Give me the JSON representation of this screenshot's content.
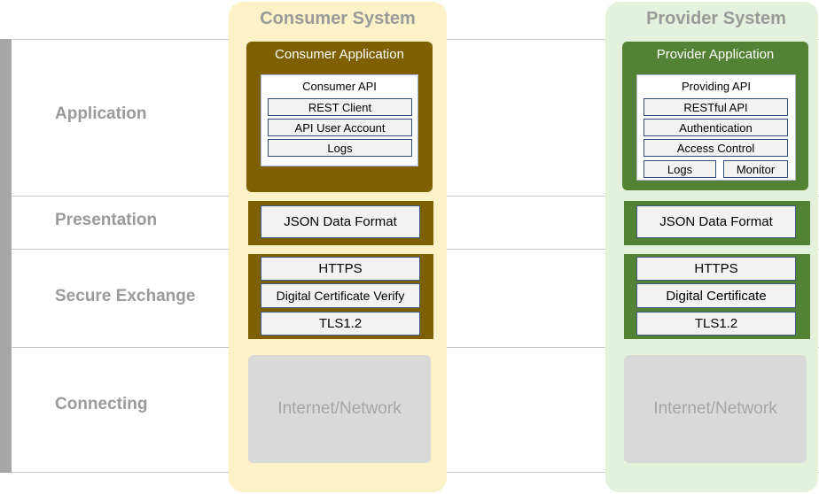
{
  "layers": {
    "application": "Application",
    "presentation": "Presentation",
    "secure_exchange": "Secure Exchange",
    "connecting": "Connecting"
  },
  "consumer": {
    "system_title": "Consumer System",
    "app_title": "Consumer Application",
    "api_title": "Consumer API",
    "api_items": [
      "REST Client",
      "API User Account",
      "Logs"
    ],
    "presentation_item": "JSON Data Format",
    "secure_items": [
      "HTTPS",
      "Digital Certificate Verify",
      "TLS1.2"
    ],
    "network": "Internet/Network"
  },
  "provider": {
    "system_title": "Provider System",
    "app_title": "Provider Application",
    "api_title": "Providing API",
    "api_items": [
      "RESTful API",
      "Authentication",
      "Access Control"
    ],
    "api_split_items": [
      "Logs",
      "Monitor"
    ],
    "presentation_item": "JSON Data Format",
    "secure_items": [
      "HTTPS",
      "Digital Certificate",
      "TLS1.2"
    ],
    "network": "Internet/Network"
  },
  "colors": {
    "consumer_accent": "#7f6000",
    "consumer_background": "#fdf1c8",
    "provider_accent": "#548235",
    "provider_background": "#e4f1dc",
    "network_fill": "#d9d9d9",
    "label_gray": "#9a9a9a"
  }
}
